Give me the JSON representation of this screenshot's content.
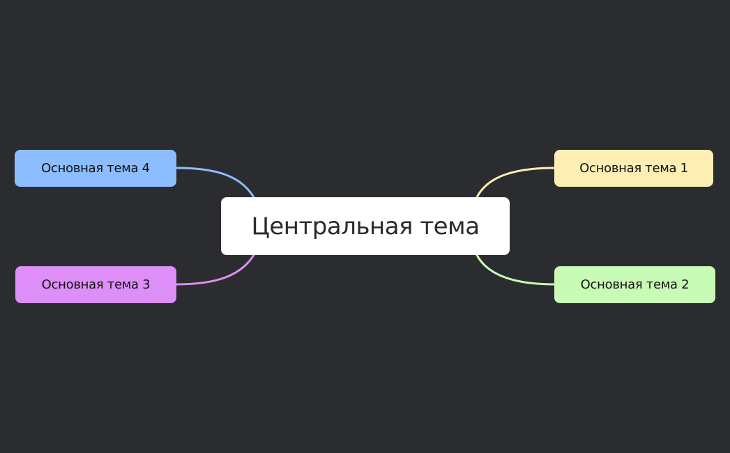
{
  "mindmap": {
    "background": "#2b2c30",
    "central": {
      "label": "Центральная тема",
      "color": "#ffffff"
    },
    "topics": [
      {
        "label": "Основная тема 1",
        "color": "#fdeeb4",
        "side": "right"
      },
      {
        "label": "Основная тема 2",
        "color": "#c8fbb6",
        "side": "right"
      },
      {
        "label": "Основная тема 3",
        "color": "#dd8ff7",
        "side": "left"
      },
      {
        "label": "Основная тема 4",
        "color": "#8bbdff",
        "side": "left"
      }
    ],
    "links": [
      {
        "from": "central",
        "to": "topic-1",
        "color": "#fdeeb4"
      },
      {
        "from": "central",
        "to": "topic-2",
        "color": "#c8fbb6"
      },
      {
        "from": "central",
        "to": "topic-3",
        "color": "#dd8ff7"
      },
      {
        "from": "central",
        "to": "topic-4",
        "color": "#8bbdff"
      }
    ]
  }
}
